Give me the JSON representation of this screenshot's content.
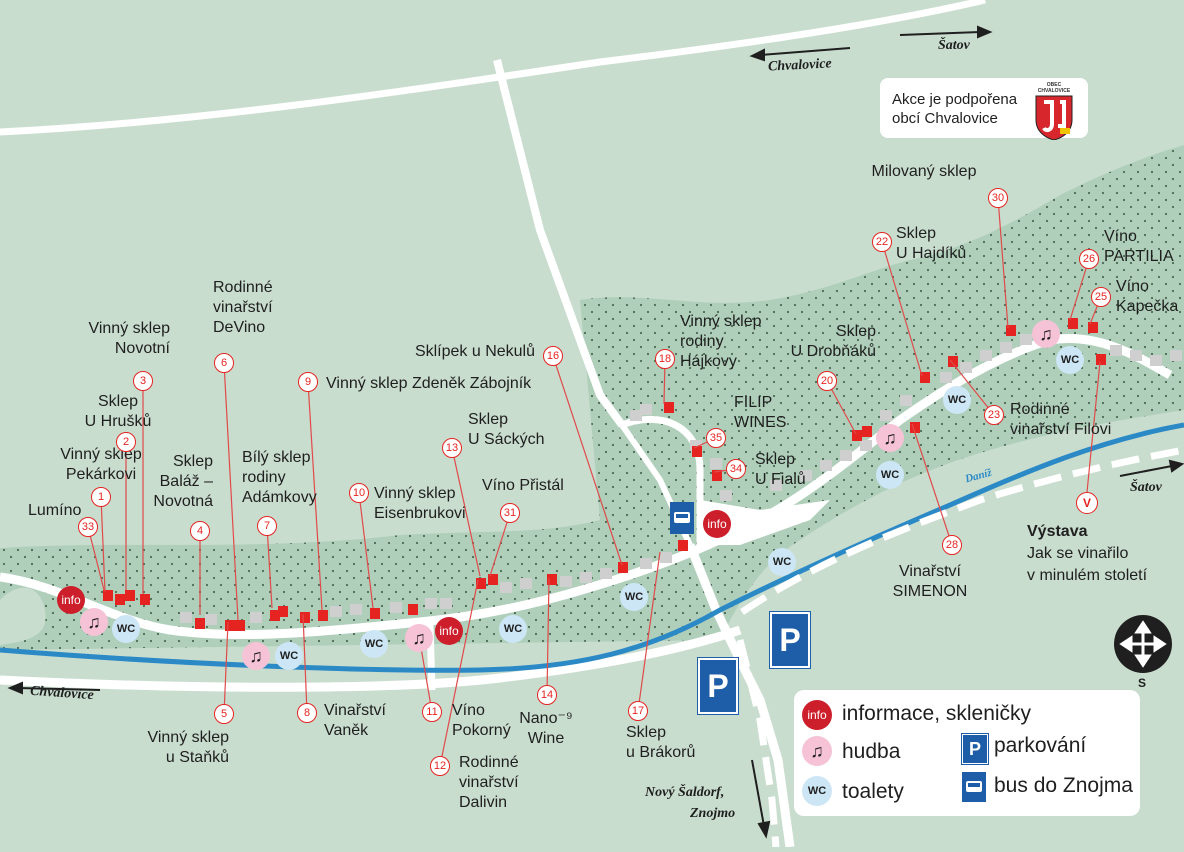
{
  "map_title": "",
  "colors": {
    "background": "#c9ddcf",
    "vineyard": "#afcfba",
    "road": "#ffffff",
    "river": "#2b89c6",
    "cellar": "#e52421",
    "building": "#cfcfcf",
    "pin_border": "#e52421",
    "info": "#cc1f2b",
    "music_bg": "#f6c3d6",
    "wc_bg": "#cde6f6",
    "parking": "#1e5ea8"
  },
  "roads": {
    "chvalovice_top": "Chvalovice",
    "satov_top": "Šatov",
    "chvalovice_bottom": "Chvalovice",
    "satov_right": "Šatov",
    "novy_saldorf": "Nový Šaldorf,",
    "znojmo": "Znojmo"
  },
  "river_name": "Daníž",
  "sponsor": {
    "line1": "Akce je podpořena",
    "line2": "obcí Chvalovice",
    "crest_caption": "OBEC CHVALOVICE",
    "icon": "coat-of-arms"
  },
  "cellars": [
    {
      "num": "1",
      "lines": [
        "Vinný sklep",
        "Pekárkovi"
      ]
    },
    {
      "num": "2",
      "lines": [
        "Sklep",
        "U Hrušků"
      ]
    },
    {
      "num": "3",
      "lines": [
        "Vinný sklep",
        "Novotní"
      ]
    },
    {
      "num": "4",
      "lines": [
        "Sklep",
        "Baláž –",
        "Novotná"
      ]
    },
    {
      "num": "5",
      "lines": [
        "Vinný sklep",
        "u Staňků"
      ]
    },
    {
      "num": "6",
      "lines": [
        "Rodinné",
        "vinařství",
        "DeVino"
      ]
    },
    {
      "num": "7",
      "lines": [
        "Bílý sklep",
        "rodiny",
        "Adámkovy"
      ]
    },
    {
      "num": "8",
      "lines": [
        "Vinařství",
        "Vaněk"
      ]
    },
    {
      "num": "9",
      "lines": [
        "Vinný sklep Zdeněk Zábojník"
      ]
    },
    {
      "num": "10",
      "lines": [
        "Vinný sklep",
        "Eisenbrukovi"
      ]
    },
    {
      "num": "11",
      "lines": [
        "Víno",
        "Pokorný"
      ]
    },
    {
      "num": "12",
      "lines": [
        "Rodinné",
        "vinařství",
        "Dalivin"
      ]
    },
    {
      "num": "13",
      "lines": [
        "Sklep",
        "U Sáckých"
      ]
    },
    {
      "num": "14",
      "lines": [
        "Nano⁻⁹",
        "Wine"
      ]
    },
    {
      "num": "16",
      "lines": [
        "Sklípek u Nekulů"
      ]
    },
    {
      "num": "17",
      "lines": [
        "Sklep",
        "u Brákorů"
      ]
    },
    {
      "num": "18",
      "lines": [
        "Vinný sklep",
        "rodiny",
        "Hájkovy"
      ]
    },
    {
      "num": "20",
      "lines": [
        "Sklep",
        "U Drobňáků"
      ]
    },
    {
      "num": "22",
      "lines": [
        "Sklep",
        "U Hajdíků"
      ]
    },
    {
      "num": "23",
      "lines": [
        "Rodinné",
        "vinařství Filovi"
      ]
    },
    {
      "num": "25",
      "lines": [
        "Víno",
        "Kapečka"
      ]
    },
    {
      "num": "26",
      "lines": [
        "Víno",
        "PARTILIA"
      ]
    },
    {
      "num": "28",
      "lines": [
        "Vinařství",
        "SIMENON"
      ]
    },
    {
      "num": "30",
      "lines": [
        "Milovaný sklep"
      ]
    },
    {
      "num": "31",
      "lines": [
        "Víno Přistál"
      ]
    },
    {
      "num": "33",
      "lines": [
        "Lumíno"
      ]
    },
    {
      "num": "34",
      "lines": [
        "Sklep",
        "U Fialů"
      ]
    },
    {
      "num": "35",
      "lines": [
        "FILIP",
        "WINES"
      ]
    }
  ],
  "exhibition": {
    "marker": "V",
    "title": "Výstava",
    "line1": "Jak se vinařilo",
    "line2": "v minulém století"
  },
  "symbols": {
    "info": "info",
    "wc": "WC",
    "parking": "P",
    "music": "♫"
  },
  "legend": {
    "info": "informace, skleničky",
    "music": "hudba",
    "wc": "toalety",
    "parking": "parkování",
    "bus": "bus do Znojma"
  },
  "compass": {
    "label": "S",
    "icon": "compass-arrows-icon"
  }
}
